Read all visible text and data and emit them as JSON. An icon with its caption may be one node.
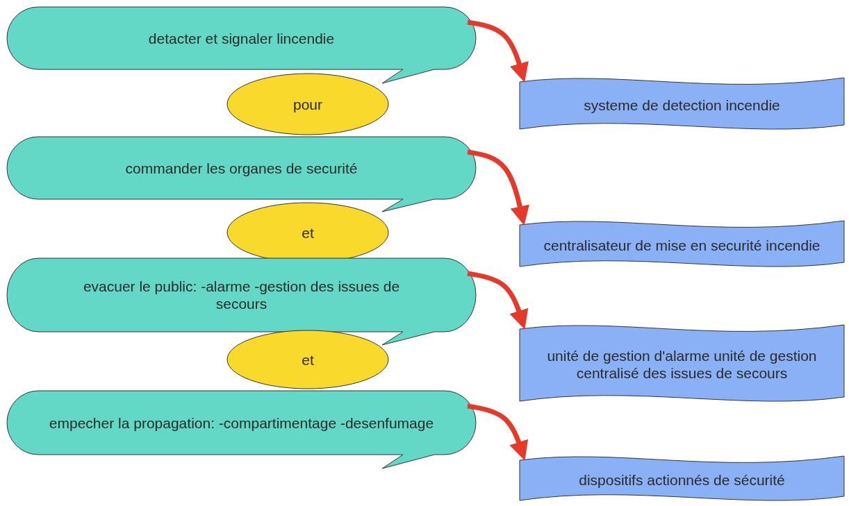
{
  "diagram": {
    "nodes": [
      {
        "text": [
          "detacter et signaler lincendie"
        ]
      },
      {
        "text": [
          "pour"
        ]
      },
      {
        "text": [
          "commander les organes de securité"
        ]
      },
      {
        "text": [
          "et"
        ]
      },
      {
        "text": [
          "evacuer le public: -alarme -gestion des issues de secours"
        ]
      },
      {
        "text": [
          "et"
        ]
      },
      {
        "text": [
          "empecher la propagation: -compartimentage -desenfumage"
        ]
      },
      {
        "text": [
          "systeme de detection incendie"
        ]
      },
      {
        "text": [
          "centralisateur de mise en securité incendie"
        ]
      },
      {
        "text": [
          "unité de gestion d'alarme unité de gestion centralisé des issues de secours"
        ]
      },
      {
        "text": [
          "dispositifs actionnés de sécurité"
        ]
      }
    ],
    "edges": [
      {
        "from": 0,
        "to": 7,
        "arrow": "to"
      },
      {
        "from": 2,
        "to": 8,
        "arrow": "to"
      },
      {
        "from": 4,
        "to": 9,
        "arrow": "to"
      },
      {
        "from": 6,
        "to": 10,
        "arrow": "to"
      }
    ]
  }
}
